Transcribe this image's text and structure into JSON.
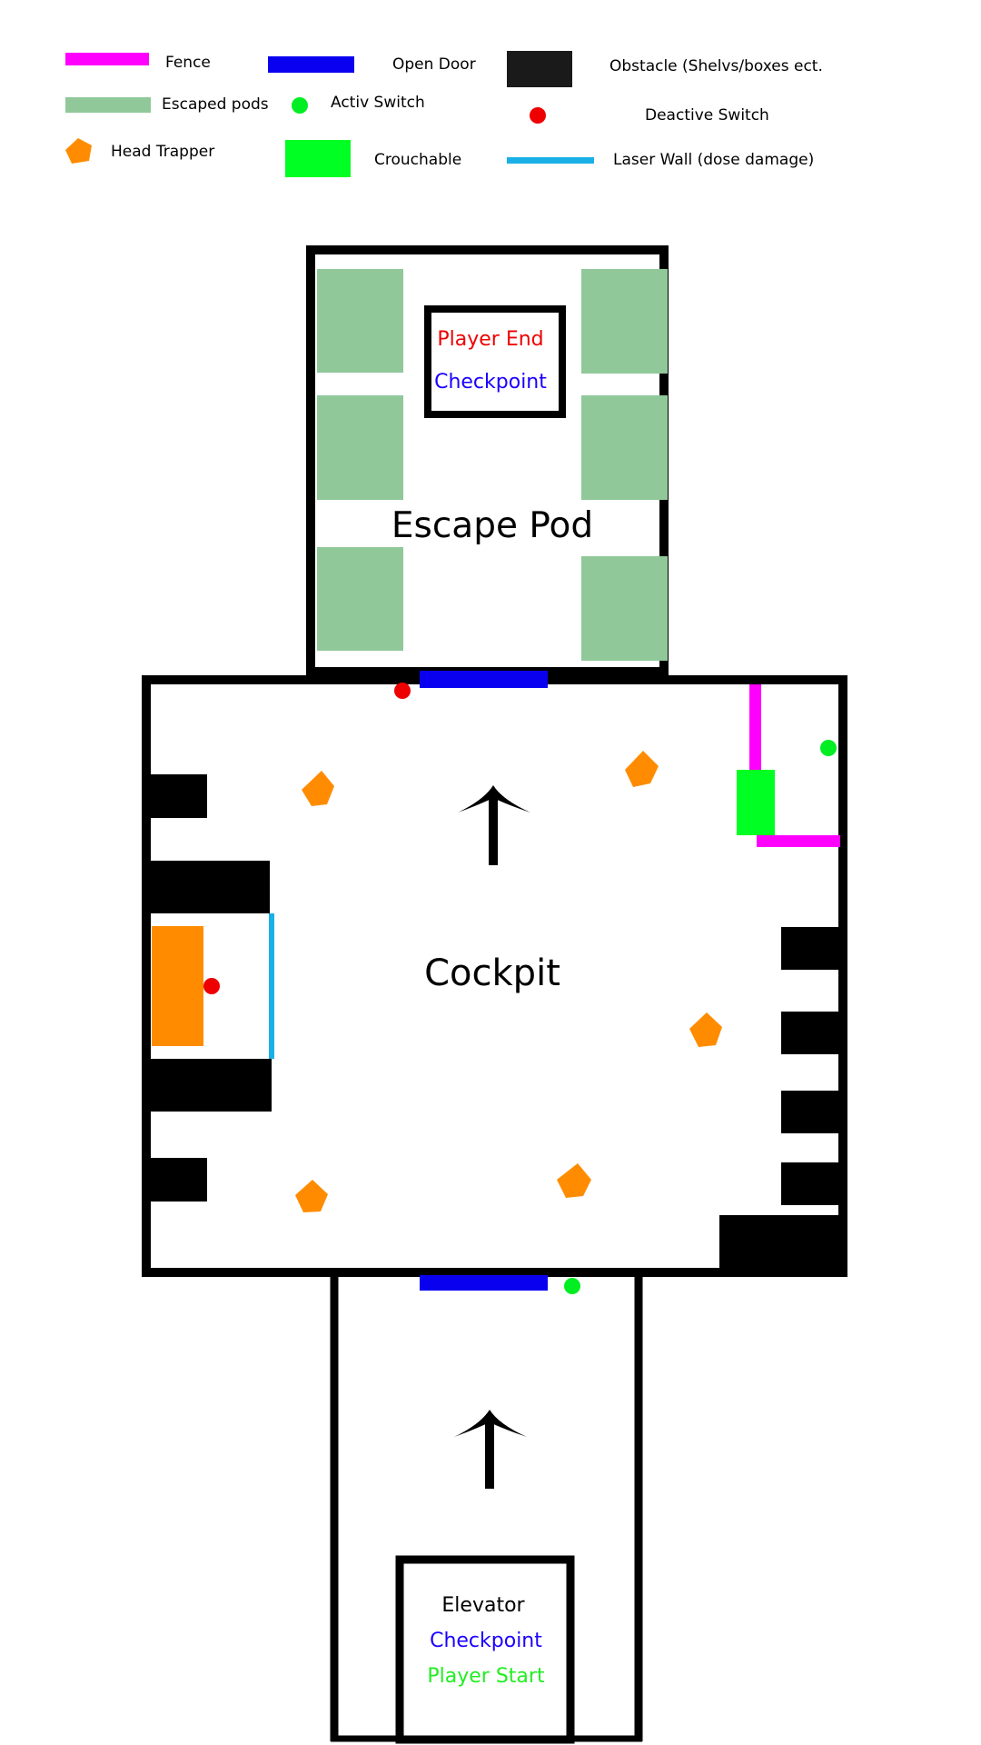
{
  "legend": {
    "fence": "Fence",
    "open_door": "Open Door",
    "obstacle": "Obstacle (Shelvs/boxes ect.",
    "escaped_pods": "Escaped pods",
    "activ_switch": "Activ Switch",
    "deactive_switch": "Deactive Switch",
    "head_trapper": "Head Trapper",
    "crouchable": "Crouchable",
    "laser_wall": "Laser Wall (dose damage)"
  },
  "rooms": {
    "escape_pod": "Escape Pod",
    "cockpit": "Cockpit"
  },
  "escape_box": {
    "player_end": "Player End",
    "checkpoint": "Checkpoint"
  },
  "elevator": {
    "title": "Elevator",
    "checkpoint": "Checkpoint",
    "player_start": "Player Start"
  },
  "colors": {
    "fence": "#ff00ff",
    "open_door": "#0a00f0",
    "obstacle": "#000000",
    "escaped_pods": "#90c89a",
    "activ_switch": "#00ee22",
    "deactive_switch": "#ee0000",
    "head_trapper": "#ff8c00",
    "crouchable": "#00ff22",
    "laser_wall": "#19b0e6",
    "wall": "#000000",
    "player_end_text": "#ee0000",
    "checkpoint_text": "#1a00ff",
    "player_start_text": "#22ee22"
  }
}
